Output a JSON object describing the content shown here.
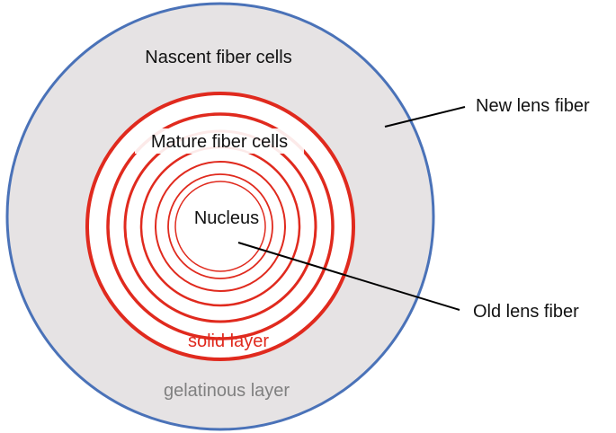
{
  "labels": {
    "nascent": "Nascent fiber cells",
    "mature": "Mature fiber cells",
    "nucleus": "Nucleus",
    "solid": "solid layer",
    "gelatinous": "gelatinous layer",
    "new_fiber": "New lens fiber",
    "old_fiber": "Old lens fiber"
  },
  "colors": {
    "outer_border": "#4a72b8",
    "outer_fill": "#e6e3e4",
    "rings": "#e02a1e",
    "inner_fill": "#ffffff",
    "text_dark": "#111111",
    "text_red": "#e02a1e",
    "text_gray": "#808080",
    "leader_line": "#000000"
  }
}
